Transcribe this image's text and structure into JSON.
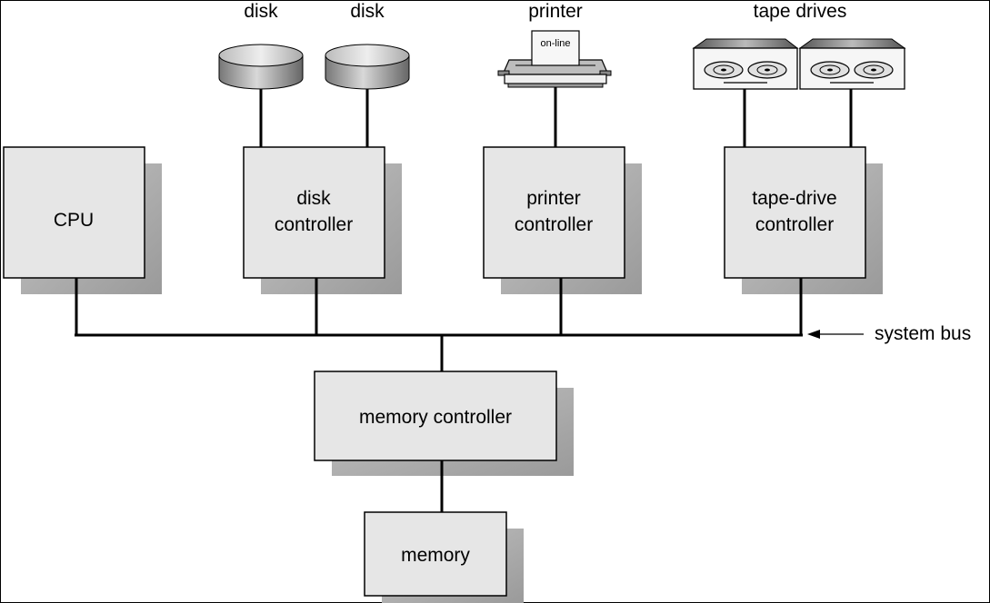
{
  "devices": {
    "disk1": "disk",
    "disk2": "disk",
    "printer": "printer",
    "printer_status": "on-line",
    "tape": "tape drives"
  },
  "boxes": {
    "cpu": "CPU",
    "disk_controller": [
      "disk",
      "controller"
    ],
    "printer_controller": [
      "printer",
      "controller"
    ],
    "tape_controller": [
      "tape-drive",
      "controller"
    ],
    "memory_controller": "memory controller",
    "memory": "memory"
  },
  "bus_label": "system bus",
  "colors": {
    "box_fill": "#e6e6e6",
    "shadow": "#b5b5b5",
    "line": "#000000"
  }
}
